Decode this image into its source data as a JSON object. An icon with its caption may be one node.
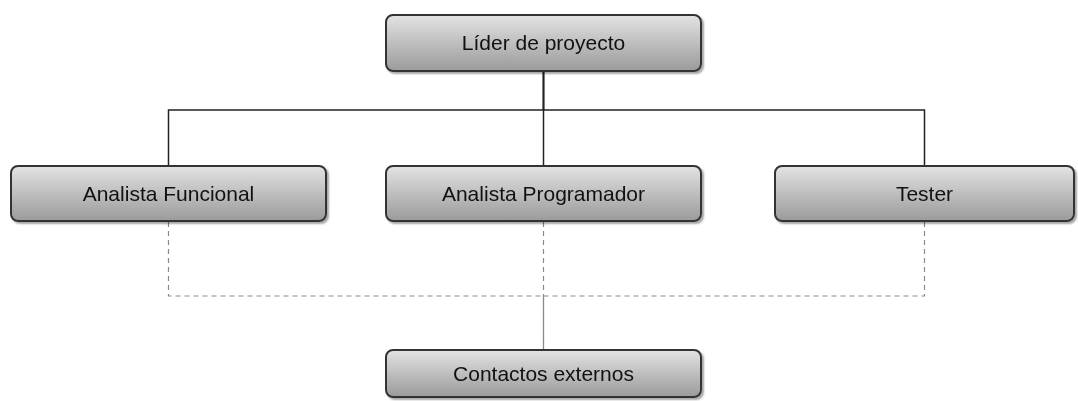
{
  "diagram": {
    "nodes": [
      {
        "text": [
          "Líder de proyecto"
        ]
      },
      {
        "text": [
          "Analista Funcional"
        ]
      },
      {
        "text": [
          "Analista Programador"
        ]
      },
      {
        "text": [
          "Tester"
        ]
      },
      {
        "text": [
          "Contactos externos"
        ]
      }
    ],
    "edges": [
      {
        "from": 0,
        "to": 1,
        "arrow": "none"
      },
      {
        "from": 0,
        "to": 2,
        "arrow": "none"
      },
      {
        "from": 0,
        "to": 3,
        "arrow": "none"
      },
      {
        "from": 1,
        "to": 4,
        "arrow": "none",
        "style": "dashed",
        "color": "#8a8a8a"
      },
      {
        "from": 2,
        "to": 4,
        "arrow": "none",
        "style": "dashed",
        "color": "#8a8a8a"
      },
      {
        "from": 3,
        "to": 4,
        "arrow": "none",
        "style": "dashed",
        "color": "#8a8a8a"
      }
    ]
  }
}
